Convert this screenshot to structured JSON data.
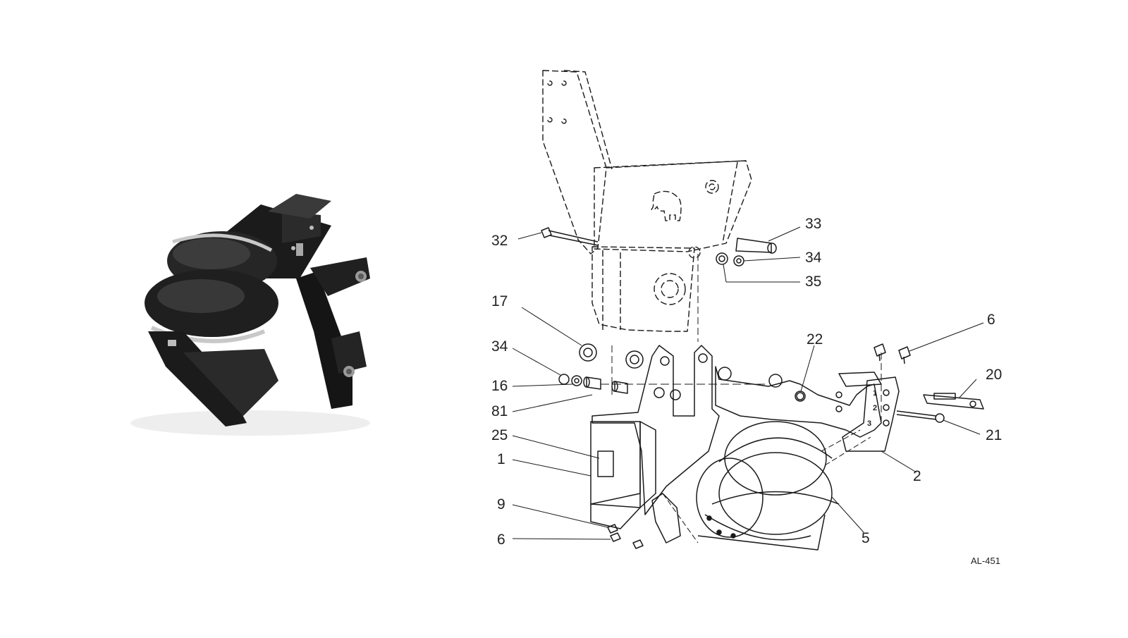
{
  "colors": {
    "line": "#1a1a1a",
    "photo_dark": "#1b1b1b",
    "photo_mid": "#3a3a3a",
    "photo_light": "#6a6a6a",
    "chrome": "#c8c8c8"
  },
  "drawing_code": "AL-451",
  "callouts": [
    "32",
    "33",
    "34",
    "35",
    "17",
    "34",
    "16",
    "81",
    "25",
    "1",
    "9",
    "6",
    "22",
    "6",
    "20",
    "21",
    "2",
    "5"
  ],
  "hole_numbers": [
    "1",
    "2",
    "3"
  ]
}
